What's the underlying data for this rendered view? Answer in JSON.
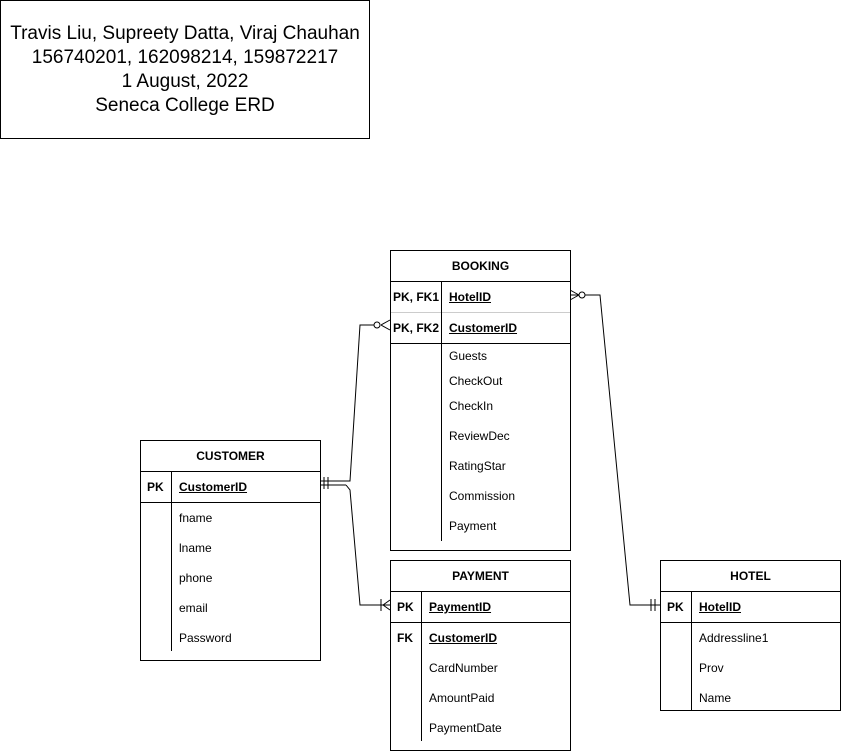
{
  "note": {
    "authors": "Travis Liu, Supreety Datta, Viraj Chauhan",
    "ids": "156740201, 162098214, 159872217",
    "date": "1 August, 2022",
    "title": "Seneca College ERD"
  },
  "entities": {
    "booking": {
      "title": "BOOKING",
      "keys": [
        {
          "key": "PK, FK1",
          "attr": "HotelID"
        },
        {
          "key": "PK, FK2",
          "attr": "CustomerID"
        }
      ],
      "attrs": [
        "Guests",
        "CheckOut",
        "CheckIn",
        "ReviewDec",
        "RatingStar",
        "Commission",
        "Payment"
      ]
    },
    "customer": {
      "title": "CUSTOMER",
      "keys": [
        {
          "key": "PK",
          "attr": "CustomerID"
        }
      ],
      "attrs": [
        "fname",
        "lname",
        "phone",
        "email",
        "Password"
      ]
    },
    "payment": {
      "title": "PAYMENT",
      "keys": [
        {
          "key": "PK",
          "attr": "PaymentID"
        },
        {
          "key": "FK",
          "attr": "CustomerID"
        }
      ],
      "attrs": [
        "CardNumber",
        "AmountPaid",
        "PaymentDate"
      ]
    },
    "hotel": {
      "title": "HOTEL",
      "keys": [
        {
          "key": "PK",
          "attr": "HotelID"
        }
      ],
      "attrs": [
        "Addressline1",
        "Prov",
        "Name"
      ]
    }
  }
}
